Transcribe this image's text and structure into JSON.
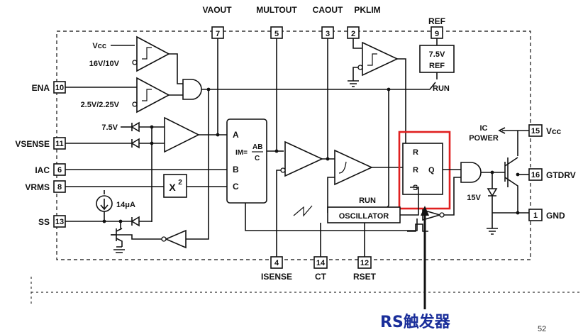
{
  "pins": {
    "vaout": {
      "name": "VAOUT",
      "num": "7"
    },
    "multout": {
      "name": "MULTOUT",
      "num": "5"
    },
    "caout": {
      "name": "CAOUT",
      "num": "3"
    },
    "pklim": {
      "name": "PKLIM",
      "num": "2"
    },
    "ref": {
      "name": "REF",
      "num": "9"
    },
    "ena": {
      "name": "ENA",
      "num": "10"
    },
    "vsense": {
      "name": "VSENSE",
      "num": "11"
    },
    "iac": {
      "name": "IAC",
      "num": "6"
    },
    "vrms": {
      "name": "VRMS",
      "num": "8"
    },
    "ss": {
      "name": "SS",
      "num": "13"
    },
    "isense": {
      "name": "ISENSE",
      "num": "4"
    },
    "ct": {
      "name": "CT",
      "num": "14"
    },
    "rset": {
      "name": "RSET",
      "num": "12"
    },
    "vcc": {
      "name": "Vcc",
      "num": "15"
    },
    "gtdrv": {
      "name": "GTDRV",
      "num": "16"
    },
    "gnd": {
      "name": "GND",
      "num": "1"
    }
  },
  "labels": {
    "vcc_in": "Vcc",
    "uvlo": "16V/10V",
    "ena_th": "2.5V/2.25V",
    "v75": "7.5V",
    "ref_box_line1": "7.5V",
    "ref_box_line2": "REF",
    "run_top": "RUN",
    "run_osc": "RUN",
    "mult_a": "A",
    "mult_b": "B",
    "mult_c": "C",
    "mult_im": "IM=",
    "mult_ab": "AB",
    "mult_c2": "C",
    "x2": "X",
    "x2_exp": "2",
    "ss_current": "14μA",
    "oscillator": "OSCILLATOR",
    "ff_r1": "R",
    "ff_r2": "R",
    "ff_q": "Q",
    "ff_s": "S",
    "ic_power_1": "IC",
    "ic_power_2": "POWER",
    "zener": "15V",
    "annotation": "RS触发器",
    "page_number": "52"
  },
  "colors": {
    "highlight": "#e02020",
    "annotation": "#1a2e9a",
    "ink": "#111111"
  }
}
